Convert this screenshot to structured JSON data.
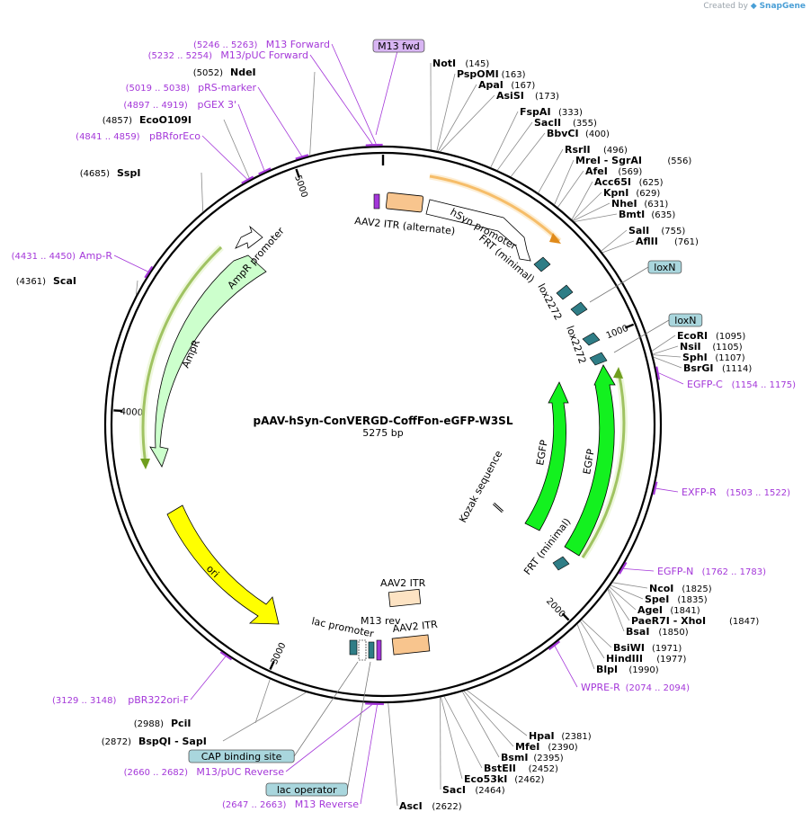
{
  "header": {
    "created_by": "Created by",
    "brand": "SnapGene"
  },
  "map": {
    "name": "pAAV-hSyn-ConVERGD-CoffFon-eGFP-W3SL",
    "length_label": "5275 bp",
    "length_bp": 5275,
    "tick_labels": [
      "1000",
      "2000",
      "3000",
      "4000",
      "5000"
    ]
  },
  "sites": [
    {
      "name": "NotI",
      "pos": "(145)",
      "bp": 145
    },
    {
      "name": "PspOMI",
      "pos": "(163)",
      "bp": 163
    },
    {
      "name": "ApaI",
      "pos": "(167)",
      "bp": 167
    },
    {
      "name": "AsiSI",
      "pos": "(173)",
      "bp": 173
    },
    {
      "name": "FspAI",
      "pos": "(333)",
      "bp": 333
    },
    {
      "name": "SacII",
      "pos": "(355)",
      "bp": 355
    },
    {
      "name": "BbvCI",
      "pos": "(400)",
      "bp": 400
    },
    {
      "name": "RsrII",
      "pos": "(496)",
      "bp": 496
    },
    {
      "name": "MreI  -  SgrAI",
      "pos": "(556)",
      "bp": 556
    },
    {
      "name": "AfeI",
      "pos": "(569)",
      "bp": 569
    },
    {
      "name": "Acc65I",
      "pos": "(625)",
      "bp": 625
    },
    {
      "name": "KpnI",
      "pos": "(629)",
      "bp": 629
    },
    {
      "name": "NheI",
      "pos": "(631)",
      "bp": 631
    },
    {
      "name": "BmtI",
      "pos": "(635)",
      "bp": 635
    },
    {
      "name": "SalI",
      "pos": "(755)",
      "bp": 755
    },
    {
      "name": "AflII",
      "pos": "(761)",
      "bp": 761
    },
    {
      "name": "EcoRI",
      "pos": "(1095)",
      "bp": 1095
    },
    {
      "name": "NsiI",
      "pos": "(1105)",
      "bp": 1105
    },
    {
      "name": "SphI",
      "pos": "(1107)",
      "bp": 1107
    },
    {
      "name": "BsrGI",
      "pos": "(1114)",
      "bp": 1114
    },
    {
      "name": "NcoI",
      "pos": "(1825)",
      "bp": 1825
    },
    {
      "name": "SpeI",
      "pos": "(1835)",
      "bp": 1835
    },
    {
      "name": "AgeI",
      "pos": "(1841)",
      "bp": 1841
    },
    {
      "name": "PaeR7I  -  XhoI",
      "pos": "(1847)",
      "bp": 1847
    },
    {
      "name": "BsaI",
      "pos": "(1850)",
      "bp": 1850
    },
    {
      "name": "BsiWI",
      "pos": "(1971)",
      "bp": 1971
    },
    {
      "name": "HindIII",
      "pos": "(1977)",
      "bp": 1977
    },
    {
      "name": "BlpI",
      "pos": "(1990)",
      "bp": 1990
    },
    {
      "name": "HpaI",
      "pos": "(2381)",
      "bp": 2381
    },
    {
      "name": "MfeI",
      "pos": "(2390)",
      "bp": 2390
    },
    {
      "name": "BsmI",
      "pos": "(2395)",
      "bp": 2395
    },
    {
      "name": "BstEII",
      "pos": "(2452)",
      "bp": 2452
    },
    {
      "name": "Eco53kI",
      "pos": "(2462)",
      "bp": 2462
    },
    {
      "name": "SacI",
      "pos": "(2464)",
      "bp": 2464
    },
    {
      "name": "AscI",
      "pos": "(2622)",
      "bp": 2622
    },
    {
      "name": "BspQI  -  SapI",
      "pos": "(2872)",
      "bp": 2872
    },
    {
      "name": "PciI",
      "pos": "(2988)",
      "bp": 2988
    },
    {
      "name": "ScaI",
      "pos": "(4361)",
      "bp": 4361
    },
    {
      "name": "SspI",
      "pos": "(4685)",
      "bp": 4685
    },
    {
      "name": "EcoO109I",
      "pos": "(4857)",
      "bp": 4857
    },
    {
      "name": "NdeI",
      "pos": "(5052)",
      "bp": 5052
    }
  ],
  "primers": [
    {
      "name": "M13 Forward",
      "pos": "(5246 .. 5263)",
      "bp": 5254
    },
    {
      "name": "M13/pUC Forward",
      "pos": "(5232 .. 5254)",
      "bp": 5243
    },
    {
      "name": "pRS-marker",
      "pos": "(5019 .. 5038)",
      "bp": 5028
    },
    {
      "name": "pGEX 3'",
      "pos": "(4897 .. 4919)",
      "bp": 4908
    },
    {
      "name": "pBRforEco",
      "pos": "(4841 .. 4859)",
      "bp": 4850
    },
    {
      "name": "Amp-R",
      "pos": "(4431 .. 4450)",
      "bp": 4440
    },
    {
      "name": "EGFP-C",
      "pos": "(1154 .. 1175)",
      "bp": 1164
    },
    {
      "name": "EXFP-R",
      "pos": "(1503 .. 1522)",
      "bp": 1512
    },
    {
      "name": "EGFP-N",
      "pos": "(1762 .. 1783)",
      "bp": 1772
    },
    {
      "name": "WPRE-R",
      "pos": "(2074 .. 2094)",
      "bp": 2084
    },
    {
      "name": "M13/pUC Reverse",
      "pos": "(2660 .. 2682)",
      "bp": 2671
    },
    {
      "name": "M13 Reverse",
      "pos": "(2647 .. 2663)",
      "bp": 2655
    },
    {
      "name": "pBR322ori-F",
      "pos": "(3129 .. 3148)",
      "bp": 3138
    }
  ],
  "boxed_labels": [
    {
      "name": "M13 fwd",
      "bp": 5255,
      "kind": "primer"
    },
    {
      "name": "loxN",
      "bp": 800,
      "kind": "feature"
    },
    {
      "name": "loxN",
      "bp": 1050,
      "kind": "feature"
    },
    {
      "name": "CAP binding site",
      "bp": 2700,
      "kind": "feature"
    },
    {
      "name": "lac operator",
      "bp": 2660,
      "kind": "feature"
    }
  ],
  "features": [
    {
      "name": "AAV2 ITR (alternate)",
      "color": "#f8c58e"
    },
    {
      "name": "hSyn promoter",
      "color": "#ffffff"
    },
    {
      "name": "FRT (minimal)",
      "color": "#2f7d86"
    },
    {
      "name": "lox2272",
      "color": "#2f7d86"
    },
    {
      "name": "lox2272",
      "color": "#2f7d86"
    },
    {
      "name": "EGFP",
      "color": "#13f11f"
    },
    {
      "name": "EGFP",
      "color": "#13f11f"
    },
    {
      "name": "Kozak sequence",
      "color": "#ffffff"
    },
    {
      "name": "FRT (minimal)",
      "color": "#2f7d86"
    },
    {
      "name": "AAV2 ITR",
      "color": "#fde3c3"
    },
    {
      "name": "AAV2 ITR",
      "color": "#f8c58e"
    },
    {
      "name": "M13 rev",
      "color": "#a437d9"
    },
    {
      "name": "lac promoter",
      "color": "#ffffff"
    },
    {
      "name": "ori",
      "color": "#ffff00"
    },
    {
      "name": "AmpR",
      "color": "#ccffcc"
    },
    {
      "name": "AmpR promoter",
      "color": "#ffffff"
    }
  ],
  "colors": {
    "backbone": "#000000",
    "primer": "#a437d9",
    "feature_box": "#a9d6dd",
    "primer_box": "#d8b5f3",
    "orf_track": "#6f9e1e",
    "hsyn_track": "#f2a63c"
  }
}
